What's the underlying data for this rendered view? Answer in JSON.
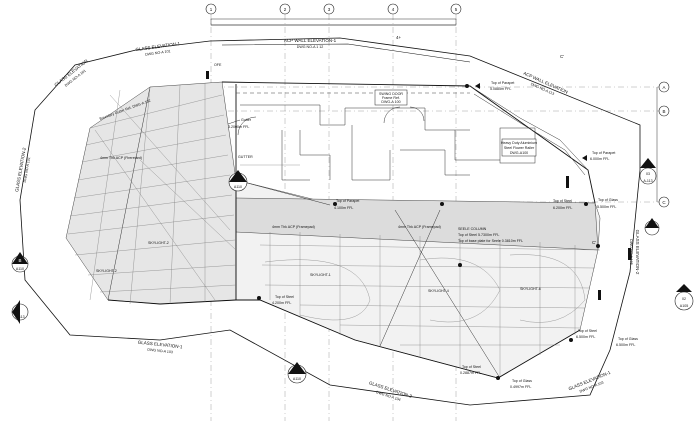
{
  "grid": {
    "columns": [
      "1",
      "2",
      "3",
      "4",
      "5"
    ],
    "rows": [
      "A",
      "B",
      "C"
    ]
  },
  "elevation_labels": {
    "glass_elevation_1_top": {
      "title": "GLASS ELEVATION-1",
      "ref": "DWG NO-A 101"
    },
    "acp_wall_elevation_1_top": {
      "title": "ACP WALL ELEVATION-1",
      "ref": "DWG NO-A 1 12"
    },
    "glass_elevation_left": {
      "title": "GLASS ELEVATION",
      "ref": "DWG NO-A 101"
    },
    "glass_elevation_2_left": {
      "title": "GLASS ELEVATION-2",
      "ref": "DWG NO-A 101"
    },
    "acp_wall_elevation_right": {
      "title": "ACP WALL ELEVATION",
      "ref": "DWG NO-A 113"
    },
    "glass_elevation_2_right": {
      "title": "GLASS ELEVATION-2",
      "ref": "DWG NO-A 105"
    },
    "glass_elevation_1_bottom": {
      "title": "GLASS ELEVATION-1",
      "ref": "DWG NO-A 103"
    },
    "glass_elevation_3_bottom": {
      "title": "GLASS ELEVATION-3",
      "ref": "DWG NO-A 104"
    },
    "glass_elevation_bottom_left": {
      "title": "GLASS ELEVATION-1",
      "ref": "DWG NO-A 103"
    }
  },
  "section_markers": {
    "a110_left": {
      "num": "B",
      "sheet": "A110"
    },
    "a113_left": {
      "num": "01",
      "sheet": "A-113"
    },
    "a110_center": {
      "num": "",
      "sheet": "A110"
    },
    "a113_right": {
      "num": "03",
      "sheet": "A-113"
    },
    "a105_right": {
      "num": "02",
      "sheet": "A105"
    },
    "a110_bottom": {
      "num": "",
      "sheet": "A110"
    }
  },
  "callouts": {
    "gutter": {
      "title": "Gutter",
      "value": "3.2000m FFL"
    },
    "parapet_top_right": {
      "title": "Top of Parapet",
      "value": "5.0885m FFL"
    },
    "parapet_right": {
      "title": "Top of Parapet",
      "value": "6.000m FFL"
    },
    "parapet_center": {
      "title": "Top of Parapet",
      "value": "4.100m FFL"
    },
    "steel_center_right": {
      "title": "Top of Steel",
      "value": "6.200m FFL"
    },
    "glass_right": {
      "title": "Top of Glass",
      "value": "5.500m FFL"
    },
    "steel_column": {
      "lines": [
        "SEELE COLUMN",
        "Top of Steel 5.7300m FFL",
        "Top of base plate for Seele 0.3810m FFL"
      ]
    },
    "steel_lower_left": {
      "title": "Top of Steel",
      "value": "4.200m FFL"
    },
    "steel_bottom": {
      "title": "Top of Steel",
      "value": "0.2887m FFL"
    },
    "glass_bottom": {
      "title": "Top of Glass",
      "value": "0.4997m FFL"
    },
    "steel_bottom_right": {
      "title": "Top of Steel",
      "value": "6.500m FFL"
    },
    "glass_bottom_right": {
      "title": "Top of Glass",
      "value": "6.500m FFL"
    },
    "heavy_duty_box": {
      "lines": [
        "Heavy Duty Aluminium",
        "Steel Flower Railer",
        "DWG-A100"
      ]
    },
    "frame_box": {
      "lines": [
        "SWING DOOR",
        "Frame Ref.",
        "DWG-A 100"
      ]
    },
    "acp_left": {
      "text": "4mm Thk ACP (Fireretard)"
    },
    "acp_center_left": {
      "text": "4mm Thk ACP (Framepad)"
    },
    "acp_center_right": {
      "text": "4mm Thk ACP (Framepad)"
    },
    "gutter_label": {
      "text": "GUTTER"
    },
    "boundary_note": {
      "text": "Boundary Gutter Ref. DWG-A 102"
    }
  },
  "room_labels": {
    "room1": "SKYLIGHT-2",
    "room2": "SKYLIGHT-2",
    "room3": "SKYLIGHT-1",
    "room4": "SKYLIGHT-4",
    "room5": "SKYLIGHT-6"
  },
  "small_labels": {
    "ofe": "OFE",
    "dim_top": "4+",
    "dim_right": "C'",
    "dim_right2": "C'"
  }
}
